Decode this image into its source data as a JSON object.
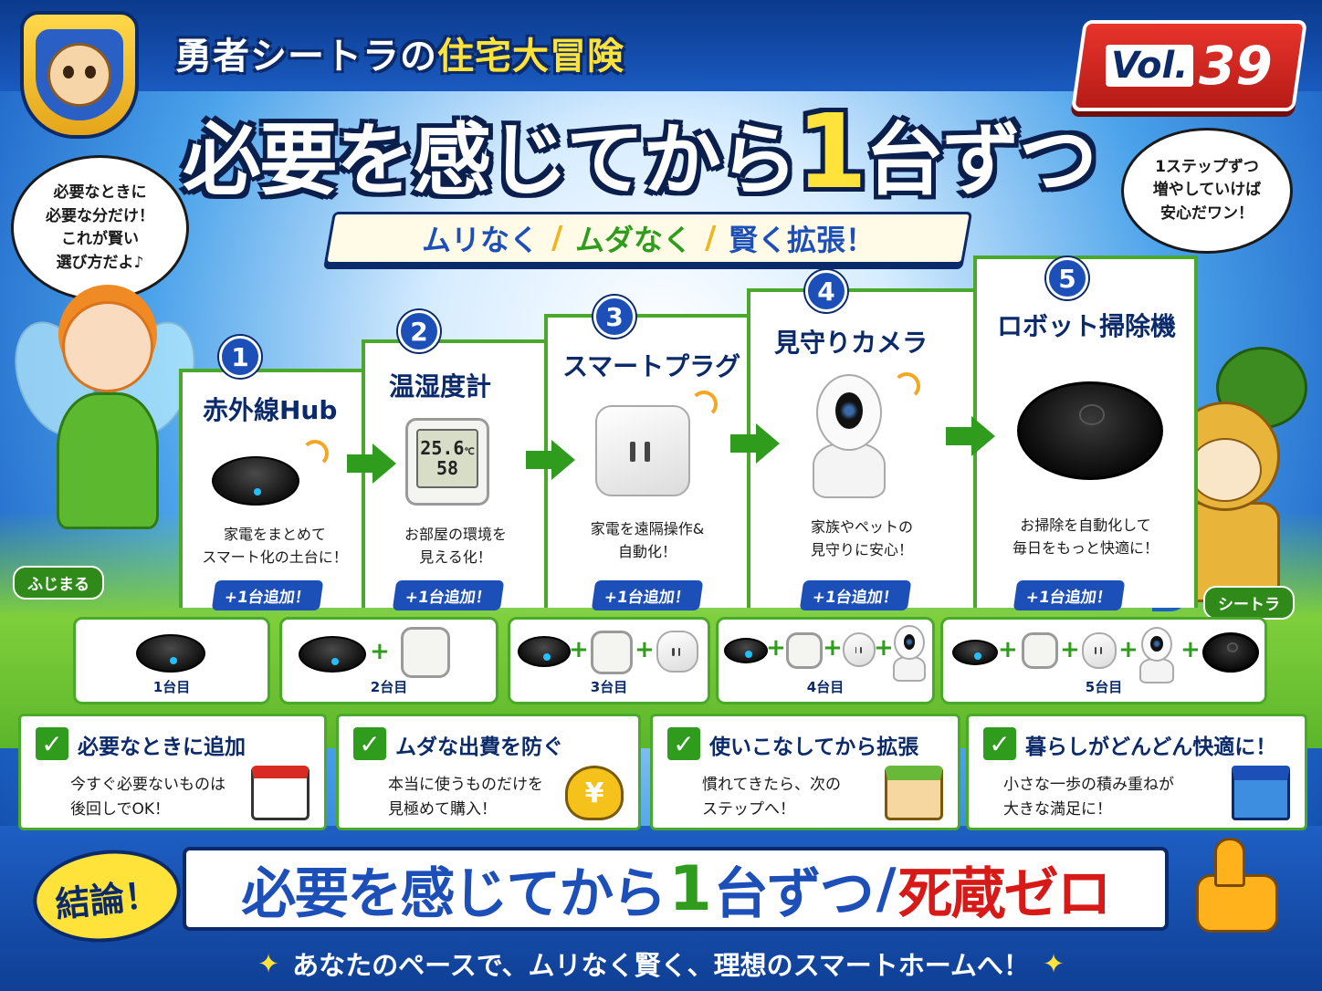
{
  "header": {
    "series_title_a": "勇者シートラの",
    "series_title_b": "住宅大冒険",
    "vol_prefix": "Vol.",
    "vol_number": "39",
    "main_title_a": "必要を感じてから",
    "main_title_big": "1",
    "main_title_b": "台ずつ",
    "sub_1": "ムリなく",
    "sub_2": "ムダなく",
    "sub_3": "賢く拡張！",
    "sub_slash": "/"
  },
  "characters": {
    "left_bubble": "必要なときに\n必要な分だけ！\nこれが賢い\n選び方だよ♪",
    "left_name": "ふじまる",
    "right_bubble": "1ステップずつ\n増やしていけば\n安心だワン！",
    "right_name": "シートラ"
  },
  "steps": [
    {
      "num": "1",
      "title": "赤外線Hub",
      "desc_1": "家電をまとめて",
      "desc_2": "スマート化の土台に！",
      "add": "+1台追加！",
      "device_icon": "ir-hub-icon"
    },
    {
      "num": "2",
      "title": "温湿度計",
      "desc_1": "お部屋の環境を",
      "desc_2": "見える化！",
      "add": "+1台追加！",
      "device_icon": "thermometer-icon",
      "screen_temp": "25.6",
      "screen_unit": "℃",
      "screen_humid": "58"
    },
    {
      "num": "3",
      "title": "スマートプラグ",
      "desc_1": "家電を遠隔操作&",
      "desc_2": "自動化！",
      "add": "+1台追加！",
      "device_icon": "smart-plug-icon"
    },
    {
      "num": "4",
      "title": "見守りカメラ",
      "desc_1": "家族やペットの",
      "desc_2": "見守りに安心！",
      "add": "+1台追加！",
      "device_icon": "camera-icon"
    },
    {
      "num": "5",
      "title": "ロボット掃除機",
      "desc_1": "お掃除を自動化して",
      "desc_2": "毎日をもっと快適に！",
      "add": "+1台追加！",
      "device_icon": "robot-vacuum-icon"
    }
  ],
  "cumulative": [
    {
      "label": "1台目"
    },
    {
      "label": "2台目"
    },
    {
      "label": "3台目"
    },
    {
      "label": "4台目"
    },
    {
      "label": "5台目"
    }
  ],
  "plus_sign": "+",
  "tips": [
    {
      "title": "必要なときに追加",
      "desc_1": "今すぐ必要ないものは",
      "desc_2": "後回しでOK！",
      "icon": "calendar-icon"
    },
    {
      "title": "ムダな出費を防ぐ",
      "desc_1": "本当に使うものだけを",
      "desc_2": "見極めて購入！",
      "icon": "coin-purse-icon",
      "icon_text": "¥"
    },
    {
      "title": "使いこなしてから拡張",
      "desc_1": "慣れてきたら、次の",
      "desc_2": "ステップへ！",
      "icon": "smiling-house-icon"
    },
    {
      "title": "暮らしがどんどん快適に！",
      "desc_1": "小さな一歩の積み重ねが",
      "desc_2": "大きな満足に！",
      "icon": "house-icon"
    }
  ],
  "check_mark": "✓",
  "conclusion": {
    "badge": "結論！",
    "text_1": "必要を感じてから",
    "text_big": "1",
    "text_2": "台ずつ",
    "slash": "/",
    "text_3": "死蔵ゼロ"
  },
  "footer": {
    "text": "あなたのペースで、ムリなく賢く、理想のスマートホームへ！",
    "spark": "✦"
  },
  "colors": {
    "navy": "#0b2a6a",
    "blue": "#1d4fb8",
    "green": "#2f9c1e",
    "yellow": "#ffe23a",
    "red": "#d71a17"
  }
}
